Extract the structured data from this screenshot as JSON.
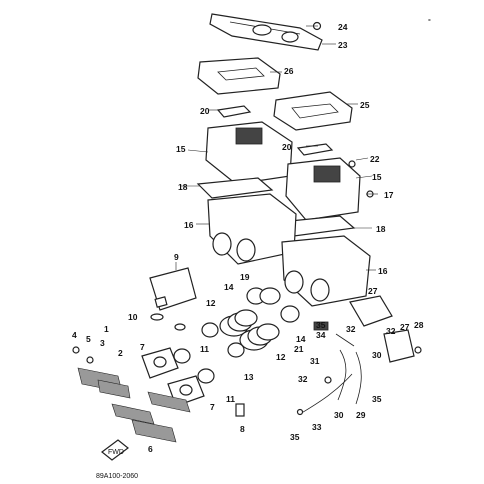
{
  "figure_code": "89A100-2060",
  "arrow_badge": "FWD",
  "callouts": {
    "c1": "1",
    "c2": "2",
    "c3": "3",
    "c4": "4",
    "c5": "5",
    "c6": "6",
    "c7a": "7",
    "c7b": "7",
    "c8": "8",
    "c9": "9",
    "c10": "10",
    "c11a": "11",
    "c11b": "11",
    "c12a": "12",
    "c12b": "12",
    "c13": "13",
    "c14a": "14",
    "c14b": "14",
    "c15a": "15",
    "c15b": "15",
    "c16a": "16",
    "c16b": "16",
    "c17": "17",
    "c18a": "18",
    "c18b": "18",
    "c19": "19",
    "c20a": "20",
    "c20b": "20",
    "c21": "21",
    "c22": "22",
    "c23": "23",
    "c24": "24",
    "c25": "25",
    "c26": "26",
    "c27a": "27",
    "c27b": "27",
    "c28": "28",
    "c29": "29",
    "c30a": "30",
    "c30b": "30",
    "c31": "31",
    "c32a": "32",
    "c32b": "32",
    "c32c": "32",
    "c33": "33",
    "c34": "34",
    "c35a": "35",
    "c35b": "35",
    "c35c": "35"
  },
  "corner_mark": "-"
}
